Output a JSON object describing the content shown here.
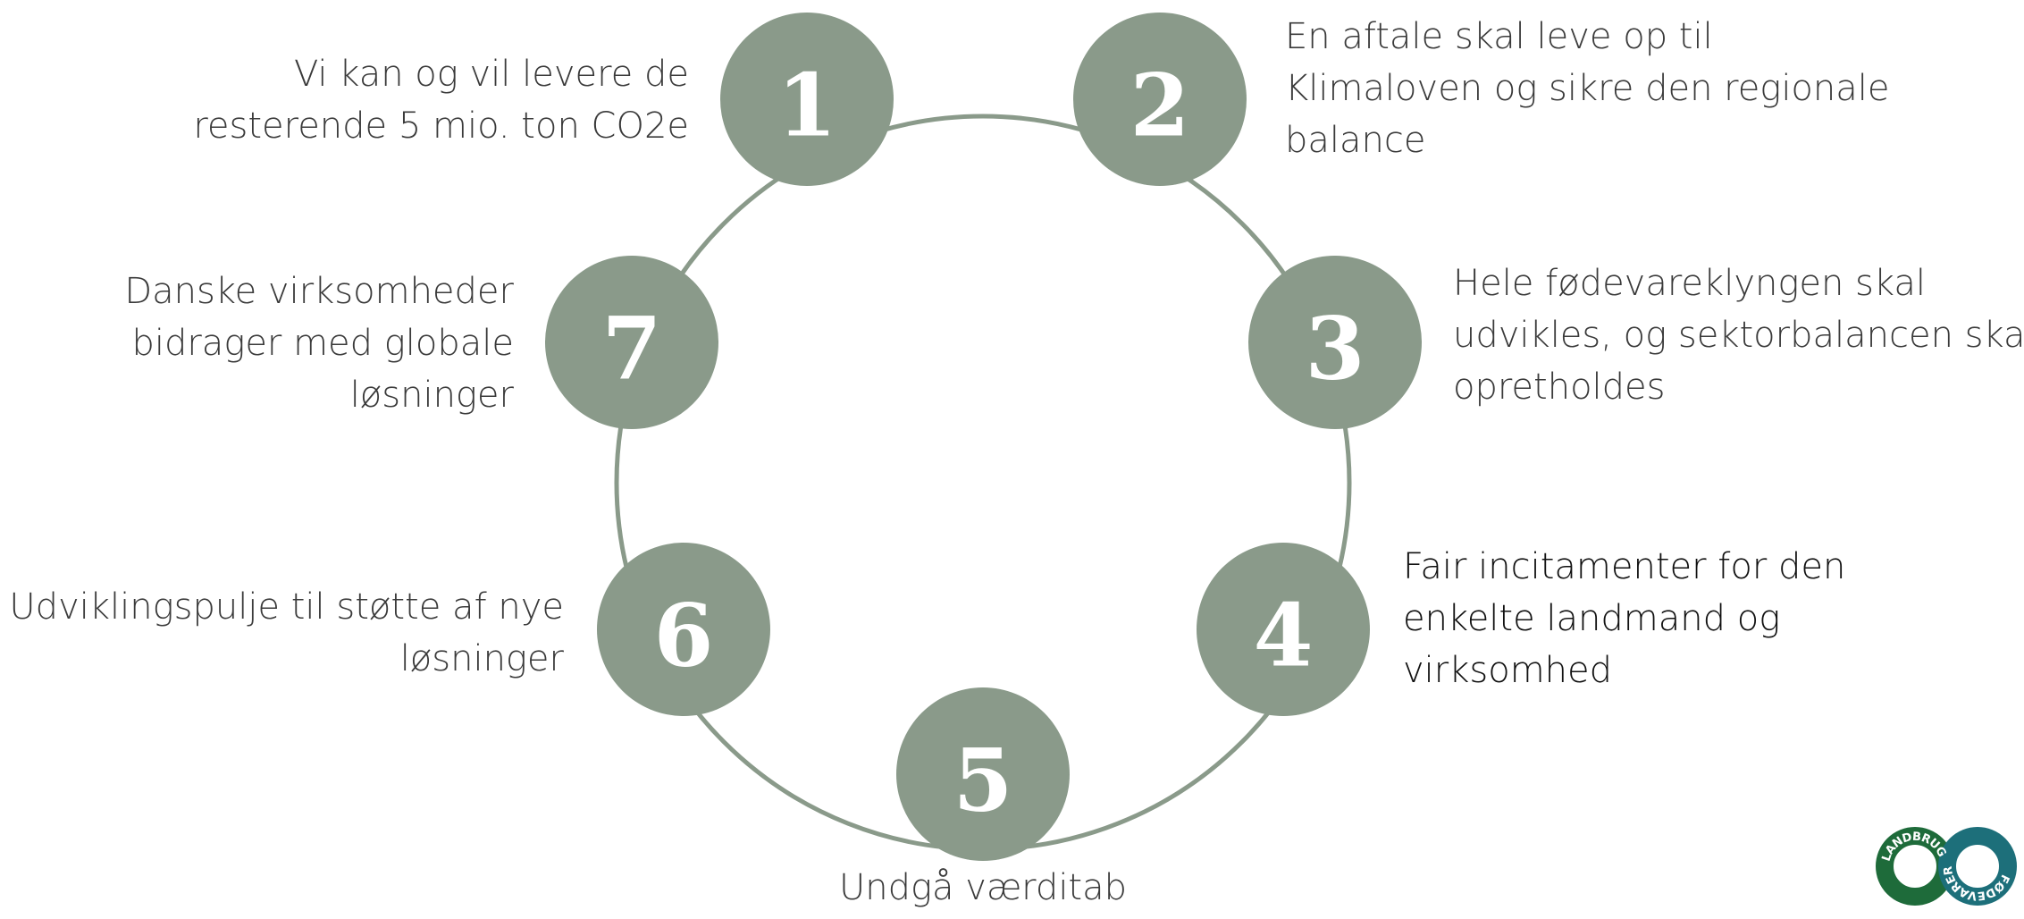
{
  "diagram": {
    "colors": {
      "circle_fill": "#8a9a8a",
      "ring_stroke": "#8a9a8a",
      "number_text": "#ffffff"
    },
    "steps": [
      {
        "number": "1",
        "lines": [
          "Vi kan og vil levere de",
          "resterende 5 mio. ton CO2e"
        ]
      },
      {
        "number": "2",
        "lines": [
          "En aftale skal leve op til",
          "Klimaloven og sikre den regionale",
          "balance"
        ]
      },
      {
        "number": "3",
        "lines": [
          "Hele fødevareklyngen skal",
          "udvikles, og sektorbalancen skal",
          "opretholdes"
        ]
      },
      {
        "number": "4",
        "lines": [
          "Fair incitamenter for den",
          "enkelte landmand og",
          "virksomhed"
        ]
      },
      {
        "number": "5",
        "lines": [
          "Undgå værditab"
        ]
      },
      {
        "number": "6",
        "lines": [
          "Udviklingspulje til støtte af nye",
          "løsninger"
        ]
      },
      {
        "number": "7",
        "lines": [
          "Danske virksomheder",
          "bidrager med globale",
          "løsninger"
        ]
      }
    ]
  },
  "logo": {
    "left_ring_text": "LANDBRUG",
    "right_ring_text": "FØDEVARER",
    "colors": {
      "left": "#1e6b3a",
      "right": "#1d6f7a"
    }
  }
}
